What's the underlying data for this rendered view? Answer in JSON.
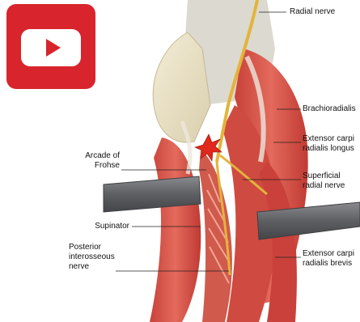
{
  "video": {
    "play_button_color": "#d8242c",
    "play_icon": "youtube-play-icon"
  },
  "figure": {
    "colors": {
      "muscle": "#d9534a",
      "muscle_dark": "#b8322c",
      "tendon": "#e6e2d6",
      "bone": "#ede6cc",
      "nerve": "#e3b43a",
      "retractor": "#6d6e72",
      "marker": "#e0281c"
    },
    "marker_icon": "compression-star-icon",
    "labels": {
      "radial_nerve": "Radial nerve",
      "brachioradialis": "Brachioradialis",
      "ecrl": "Extensor carpi\nradialis longus",
      "superficial_radial_nerve": "Superficial\nradial nerve",
      "ecrb": "Extensor carpi\nradialis brevis",
      "arcade_of_frohse": "Arcade of\nFrohse",
      "supinator": "Supinator",
      "pin": "Posterior\ninterosseous\nnerve"
    }
  }
}
